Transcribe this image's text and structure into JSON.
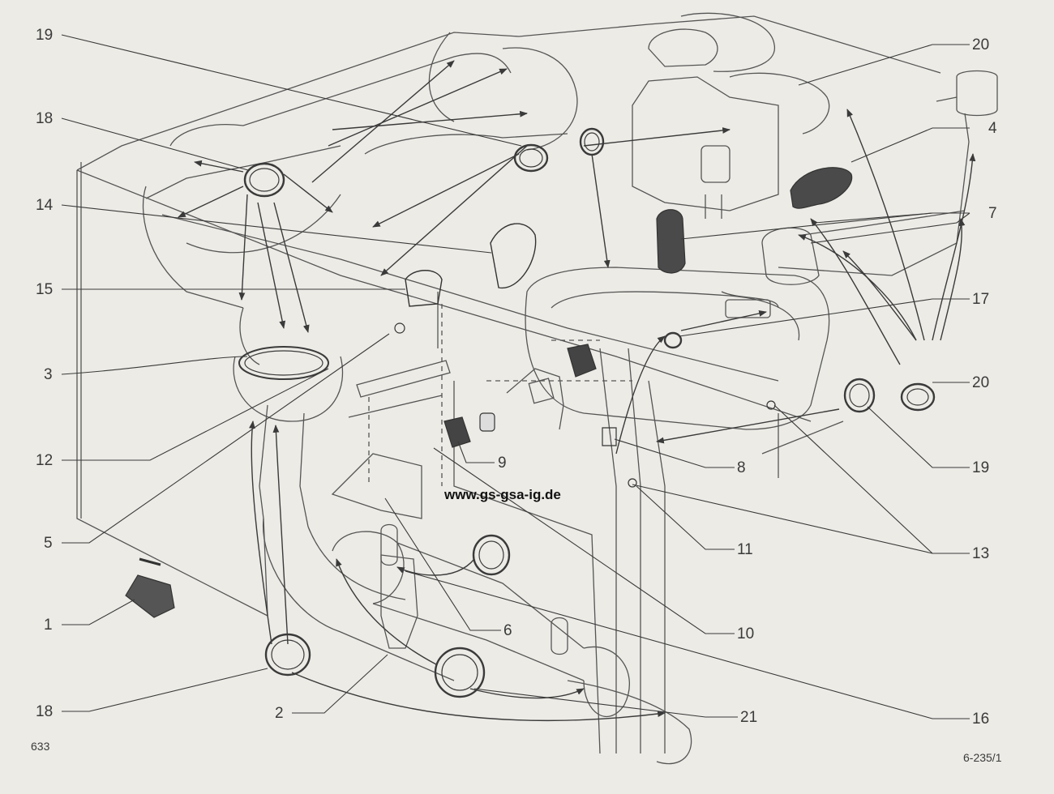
{
  "diagram": {
    "parts": [
      {
        "key": "p19a",
        "label": "19"
      },
      {
        "key": "p20a",
        "label": "20"
      },
      {
        "key": "p18a",
        "label": "18"
      },
      {
        "key": "p4",
        "label": "4"
      },
      {
        "key": "p14",
        "label": "14"
      },
      {
        "key": "p7",
        "label": "7"
      },
      {
        "key": "p15",
        "label": "15"
      },
      {
        "key": "p17",
        "label": "17"
      },
      {
        "key": "p3",
        "label": "3"
      },
      {
        "key": "p20b",
        "label": "20"
      },
      {
        "key": "p12",
        "label": "12"
      },
      {
        "key": "p9",
        "label": "9"
      },
      {
        "key": "p8",
        "label": "8"
      },
      {
        "key": "p19b",
        "label": "19"
      },
      {
        "key": "p5",
        "label": "5"
      },
      {
        "key": "p11",
        "label": "11"
      },
      {
        "key": "p13",
        "label": "13"
      },
      {
        "key": "p1",
        "label": "1"
      },
      {
        "key": "p6",
        "label": "6"
      },
      {
        "key": "p10",
        "label": "10"
      },
      {
        "key": "p18b",
        "label": "18"
      },
      {
        "key": "p2",
        "label": "2"
      },
      {
        "key": "p21",
        "label": "21"
      },
      {
        "key": "p16",
        "label": "16"
      }
    ],
    "watermark": "www.gs-gsa-ig.de",
    "page_number": "633",
    "figure_code": "6-235/1"
  },
  "colors": {
    "paper": "#ecebe6",
    "ink": "#3a3a3a",
    "watermark": "#111111",
    "seal": "#4a4a4a"
  }
}
